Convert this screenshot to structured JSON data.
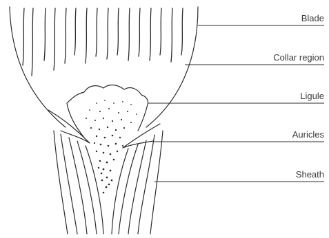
{
  "diagram": {
    "labels": {
      "blade": "Blade",
      "collar": "Collar region",
      "ligule": "Ligule",
      "auricles": "Auricles",
      "sheath": "Sheath"
    }
  }
}
